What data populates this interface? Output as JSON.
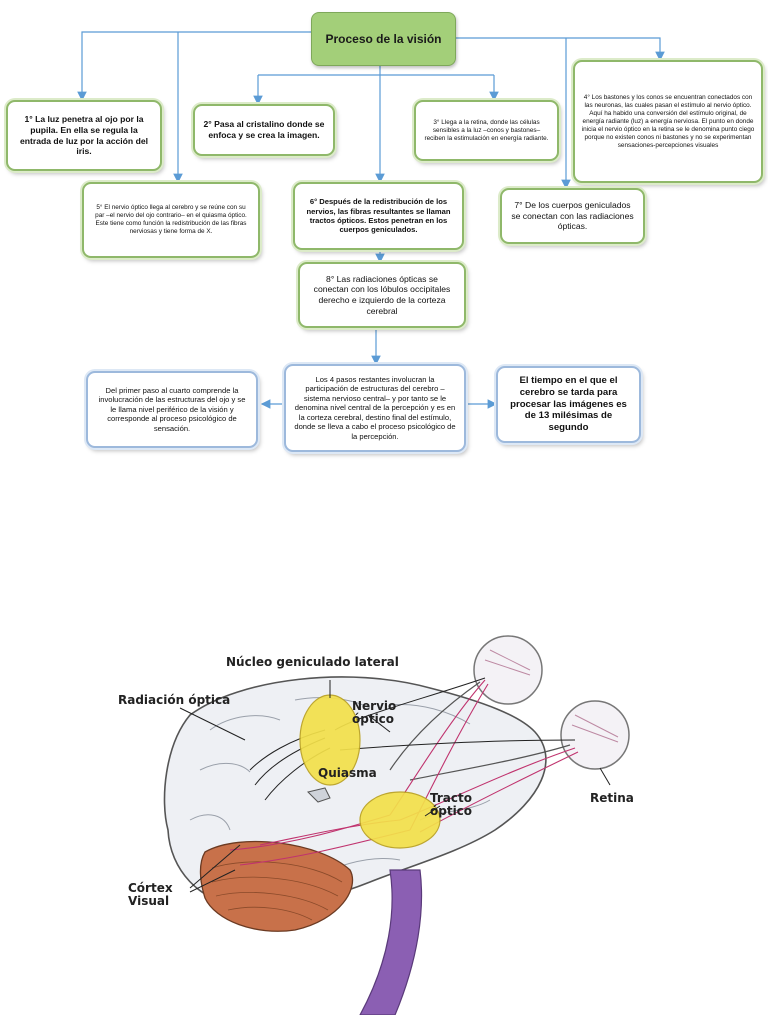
{
  "title": "Proceso de la visión",
  "steps": {
    "s1": "1° La luz penetra al ojo por la pupila. En ella se regula la entrada de luz por la acción del iris.",
    "s2": "2° Pasa al cristalino donde se enfoca y se crea la imagen.",
    "s3": "3° Llega a la retina, donde las células sensibles a la luz –conos y bastones– reciben la estimulación en energía radiante.",
    "s4": "4° Los bastones y los conos se encuentran conectados con las neuronas, las cuales pasan el estímulo al nervio óptico. Aquí ha habido una conversión del estímulo original, de energía radiante (luz) a energía nerviosa. El punto en donde inicia el nervio óptico en la retina se le denomina punto ciego porque no existen conos ni bastones y no se experimentan sensaciones-percepciones visuales",
    "s5": "5° El nervio óptico llega al cerebro y se reúne con su par –el nervio del ojo contrario– en el quiasma óptico. Este tiene como función la redistribución de las fibras nerviosas y tiene forma de X.",
    "s6": "6° Después de la redistribución de los nervios, las fibras resultantes se llaman tractos ópticos. Estos penetran en los cuerpos geniculados.",
    "s7": "7° De los cuerpos geniculados se conectan con las radiaciones ópticas.",
    "s8": "8° Las radiaciones ópticas se conectan con los lóbulos occipitales derecho e izquierdo de la corteza cerebral",
    "left": "Del primer paso al cuarto comprende la involucración de las estructuras del ojo y se le llama nivel periférico de la visión y corresponde al proceso psicológico de sensación.",
    "center": "Los 4 pasos restantes involucran la participación de estructuras del cerebro – sistema nervioso central– y por tanto se le denomina nivel central de la percepción y es en la corteza cerebral, destino final del estímulo, donde se lleva a cabo el proceso psicológico de la percepción.",
    "right": "El tiempo en el que el cerebro se tarda para procesar las imágenes es de 13 milésimas de segundo"
  },
  "illustration": {
    "nucleo": "Núcleo geniculado lateral",
    "radiacion": "Radiación óptica",
    "nervio": "Nervio óptico",
    "quiasma": "Quiasma",
    "tracto": "Tracto óptico",
    "retina": "Retina",
    "cortex": "Córtex Visual"
  },
  "colors": {
    "box_border": "#8fb86a",
    "title_fill": "#a3cf79",
    "connector": "#5b9bd5",
    "yellow": "#f3e04a",
    "pathway": "#c0336e"
  }
}
